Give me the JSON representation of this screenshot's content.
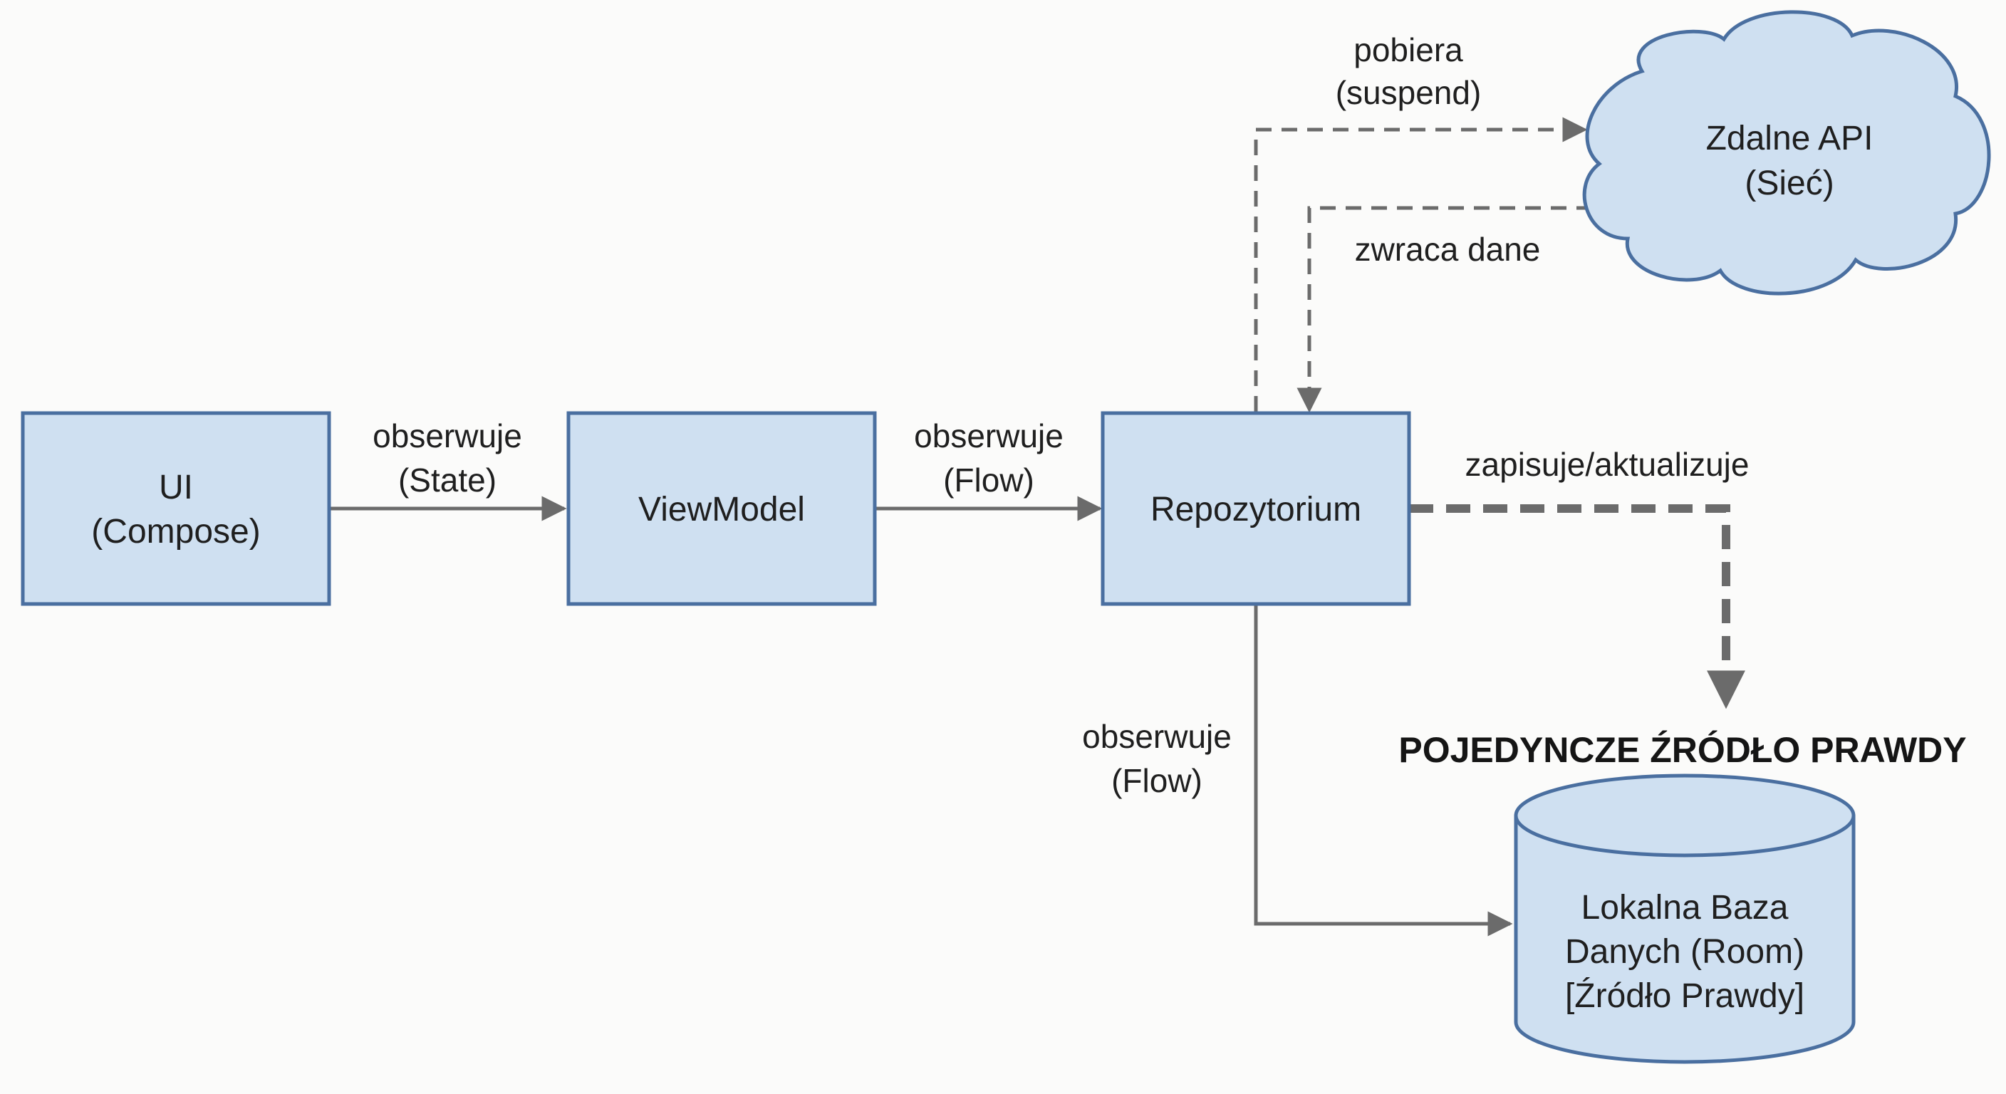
{
  "colors": {
    "box_fill": "#cfe0f1",
    "box_stroke": "#4a6fa0",
    "arrow": "#6b6b6b",
    "text": "#1f1f1f",
    "background": "#fbfbfa"
  },
  "nodes": {
    "ui": {
      "line1": "UI",
      "line2": "(Compose)"
    },
    "viewmodel": {
      "label": "ViewModel"
    },
    "repository": {
      "label": "Repozytorium"
    },
    "remote_api": {
      "line1": "Zdalne API",
      "line2": "(Sieć)"
    },
    "local_db": {
      "line1": "Lokalna Baza",
      "line2": "Danych (Room)",
      "line3": "[Źródło Prawdy]"
    }
  },
  "edges": {
    "ui_viewmodel": {
      "line1": "obserwuje",
      "line2": "(State)"
    },
    "viewmodel_repository": {
      "line1": "obserwuje",
      "line2": "(Flow)"
    },
    "repository_db": {
      "line1": "obserwuje",
      "line2": "(Flow)"
    },
    "fetch": {
      "line1": "pobiera",
      "line2": "(suspend)"
    },
    "returns": {
      "label": "zwraca dane"
    },
    "writes": {
      "label": "zapisuje/aktualizuje"
    }
  },
  "single_source_title": "POJEDYNCZE ŹRÓDŁO PRAWDY"
}
